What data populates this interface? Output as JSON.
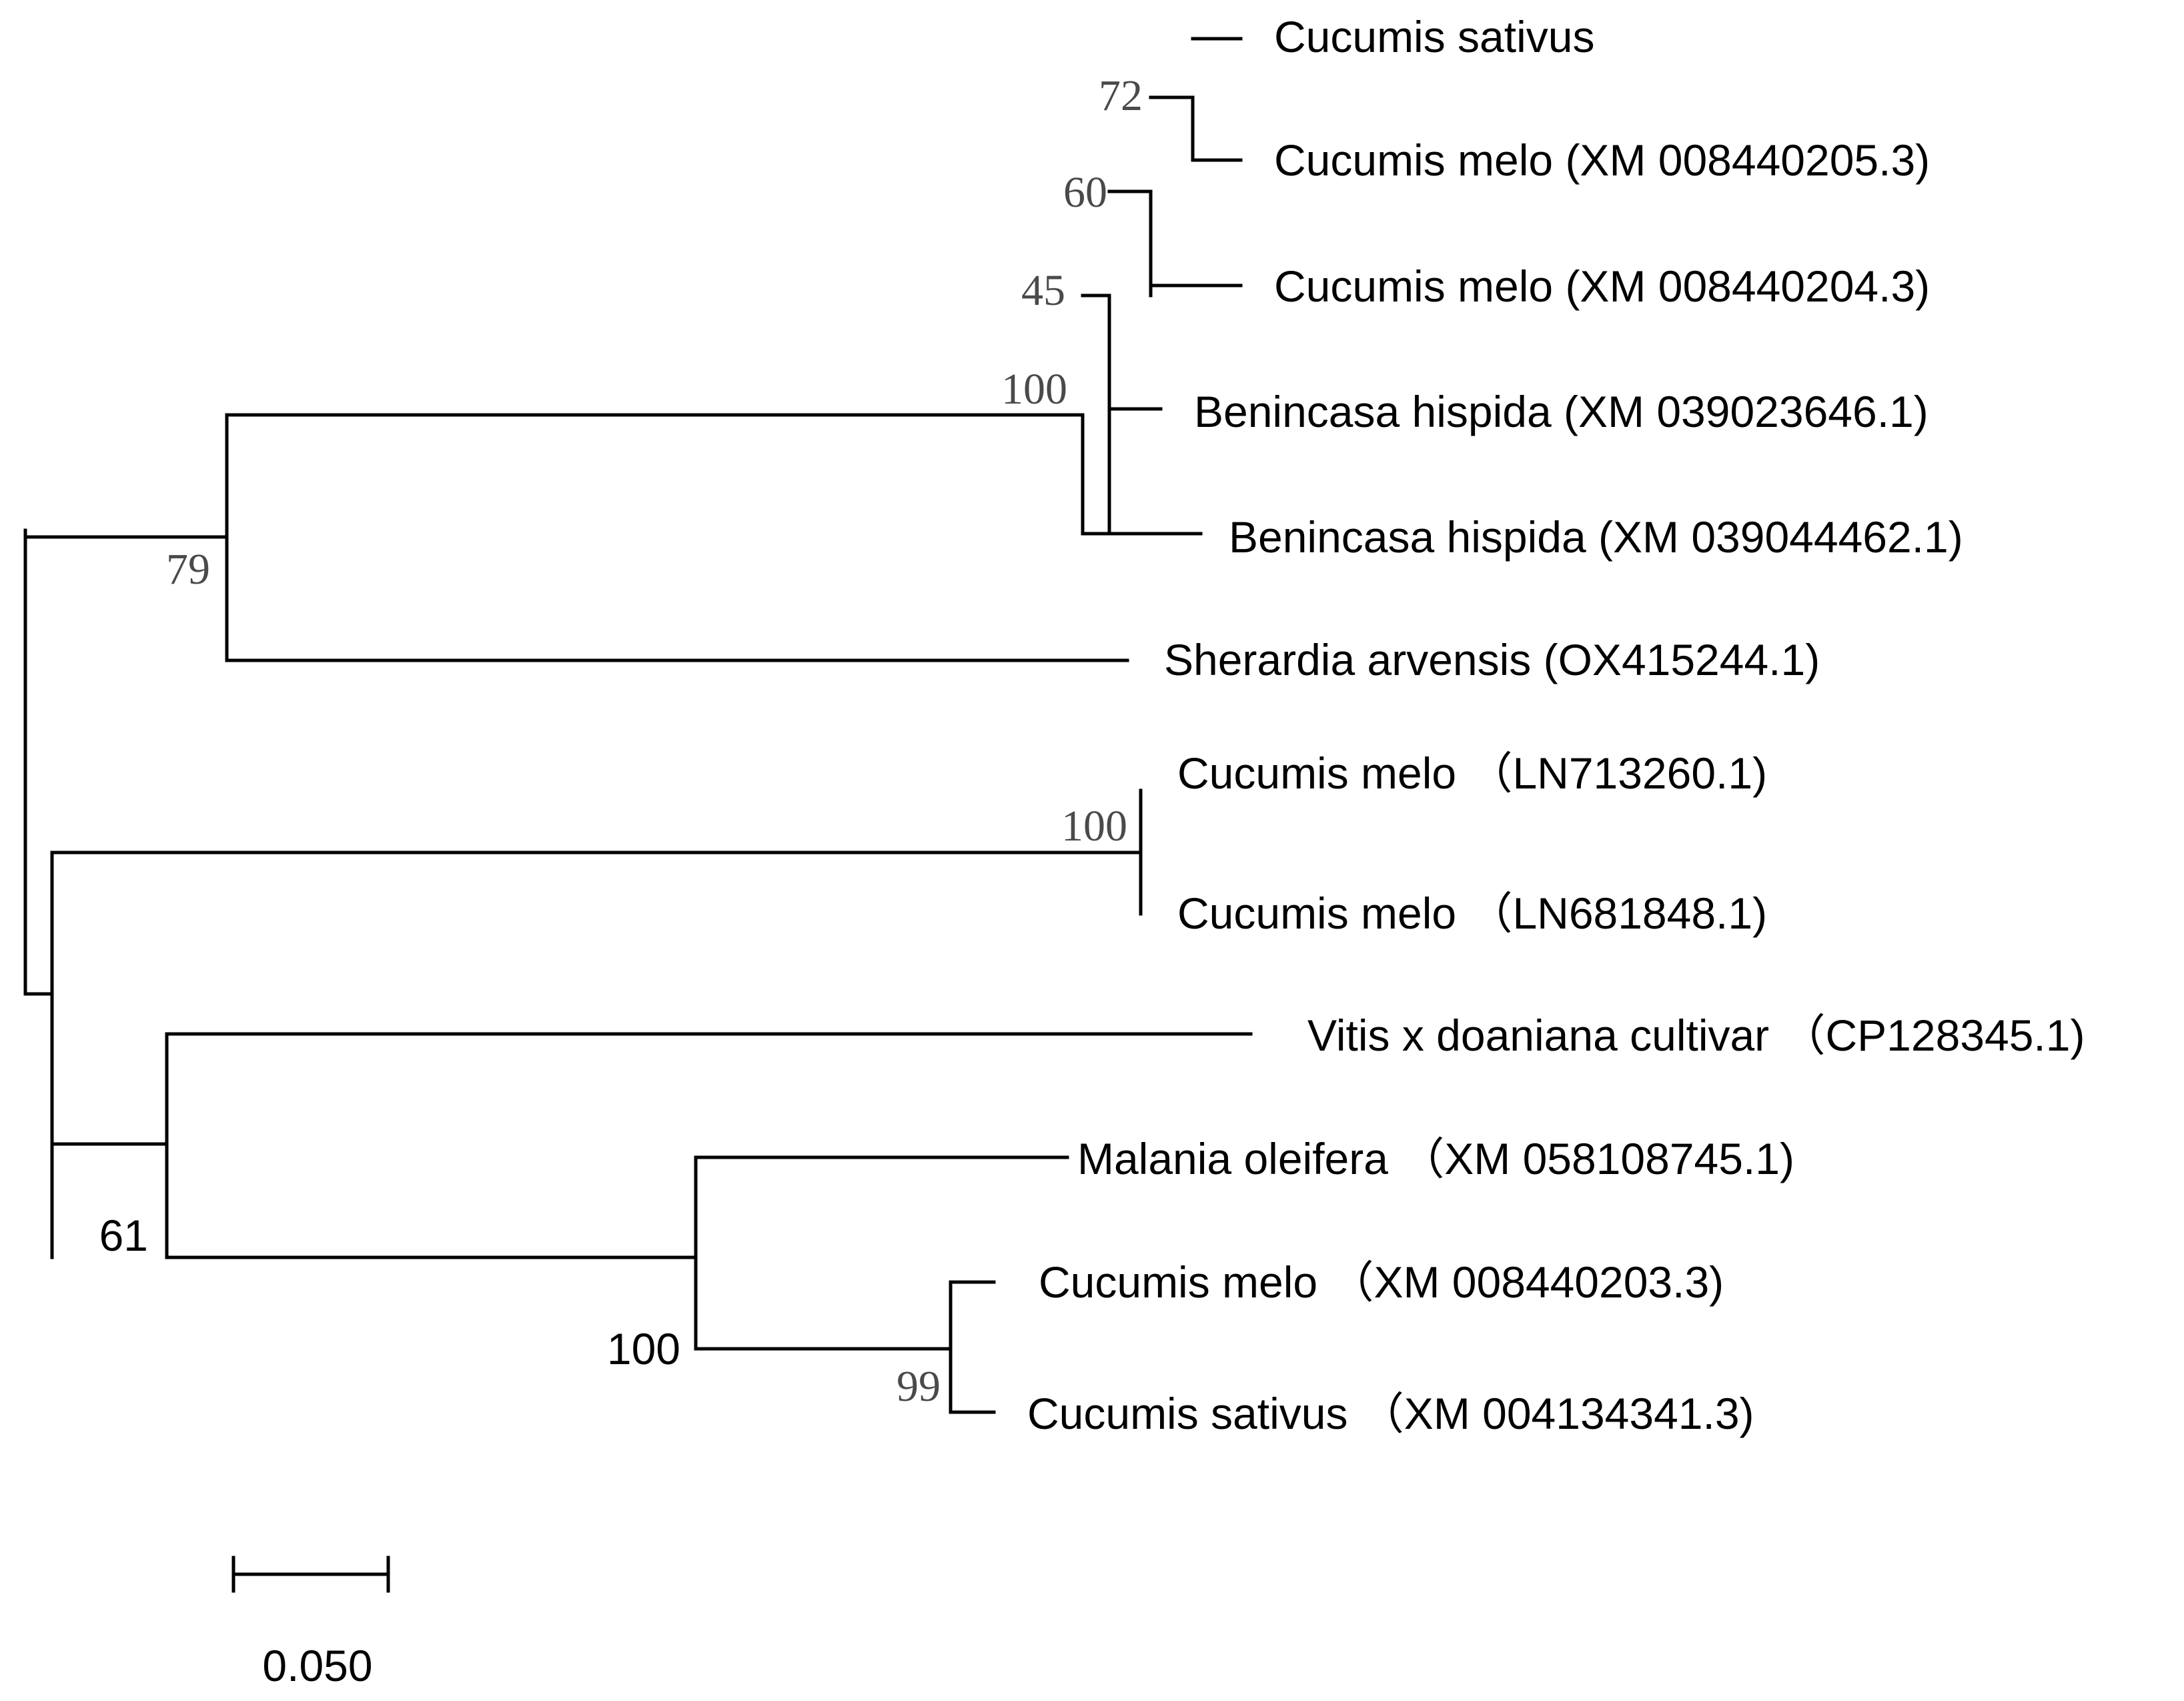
{
  "tree": {
    "leaves": [
      {
        "id": "L1",
        "label": "Cucumis sativus"
      },
      {
        "id": "L2",
        "label": "Cucumis melo (XM 008440205.3)"
      },
      {
        "id": "L3",
        "label": "Cucumis melo (XM 008440204.3)"
      },
      {
        "id": "L4",
        "label": "Benincasa hispida (XM 039023646.1)"
      },
      {
        "id": "L5",
        "label": "Benincasa hispida (XM 039044462.1)"
      },
      {
        "id": "L6",
        "label": "Sherardia arvensis (OX415244.1)"
      },
      {
        "id": "L7",
        "label": "Cucumis melo （LN713260.1)"
      },
      {
        "id": "L8",
        "label": "Cucumis melo （LN681848.1)"
      },
      {
        "id": "L9",
        "label": "Vitis x doaniana cultivar （CP128345.1)"
      },
      {
        "id": "L10",
        "label": "Malania oleifera （XM 058108745.1)"
      },
      {
        "id": "L11",
        "label": "Cucumis melo （XM 008440203.3)"
      },
      {
        "id": "L12",
        "label": "Cucumis sativus （XM 004134341.3)"
      }
    ],
    "support_values": [
      {
        "node": "N72",
        "value": "72"
      },
      {
        "node": "N60",
        "value": "60"
      },
      {
        "node": "N45",
        "value": "45"
      },
      {
        "node": "N100a",
        "value": "100"
      },
      {
        "node": "N79",
        "value": "79"
      },
      {
        "node": "N100b",
        "value": "100"
      },
      {
        "node": "N61",
        "value": "61"
      },
      {
        "node": "N100c",
        "value": "100"
      },
      {
        "node": "N99",
        "value": "99"
      }
    ]
  },
  "scale_bar": {
    "value": 0.05,
    "label": "0.050"
  }
}
